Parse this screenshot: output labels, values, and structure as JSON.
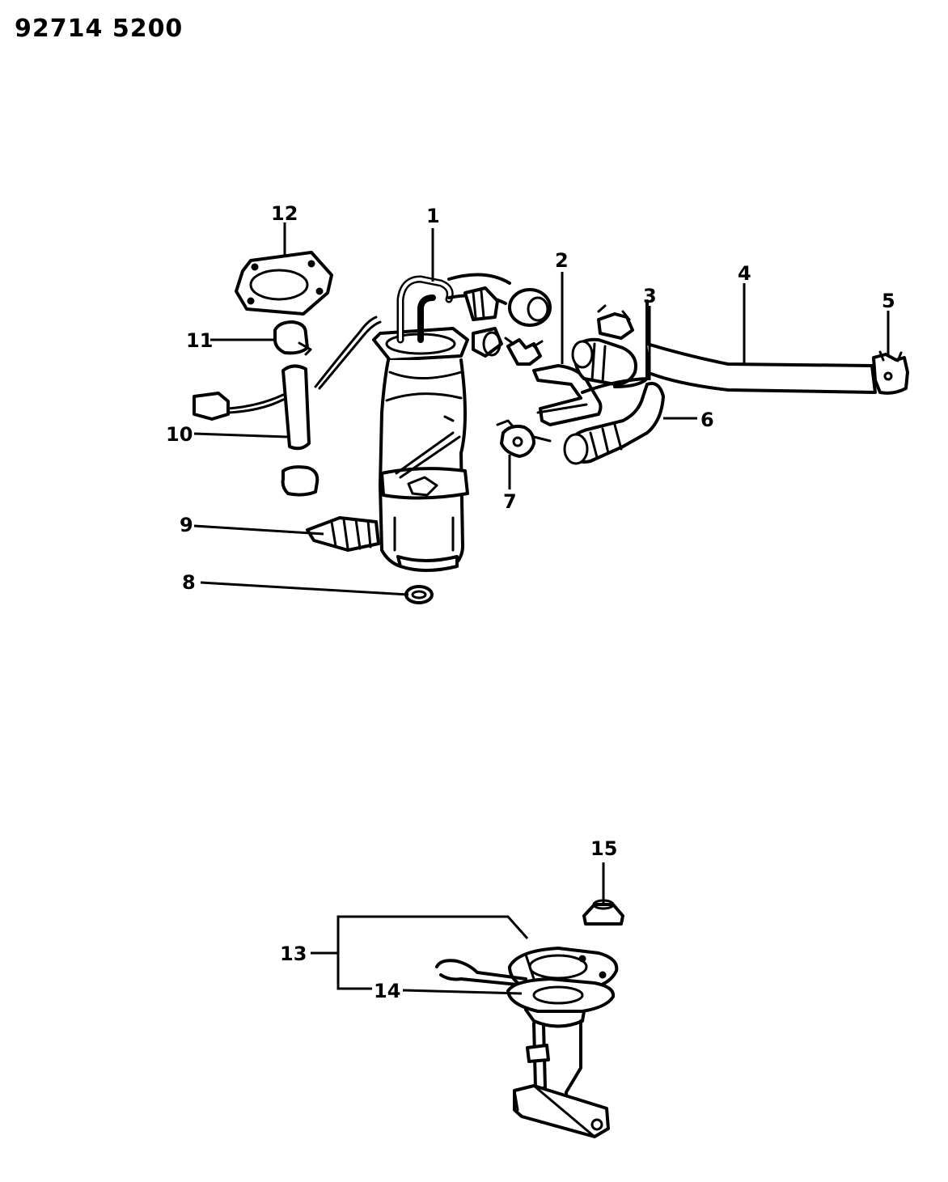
{
  "document": {
    "id": "92714 5200"
  },
  "callouts": [
    "1",
    "2",
    "3",
    "4",
    "5",
    "6",
    "7",
    "8",
    "9",
    "10",
    "11",
    "12",
    "13",
    "14",
    "15"
  ],
  "colors": {
    "ink": "#000000",
    "paper": "#ffffff"
  }
}
